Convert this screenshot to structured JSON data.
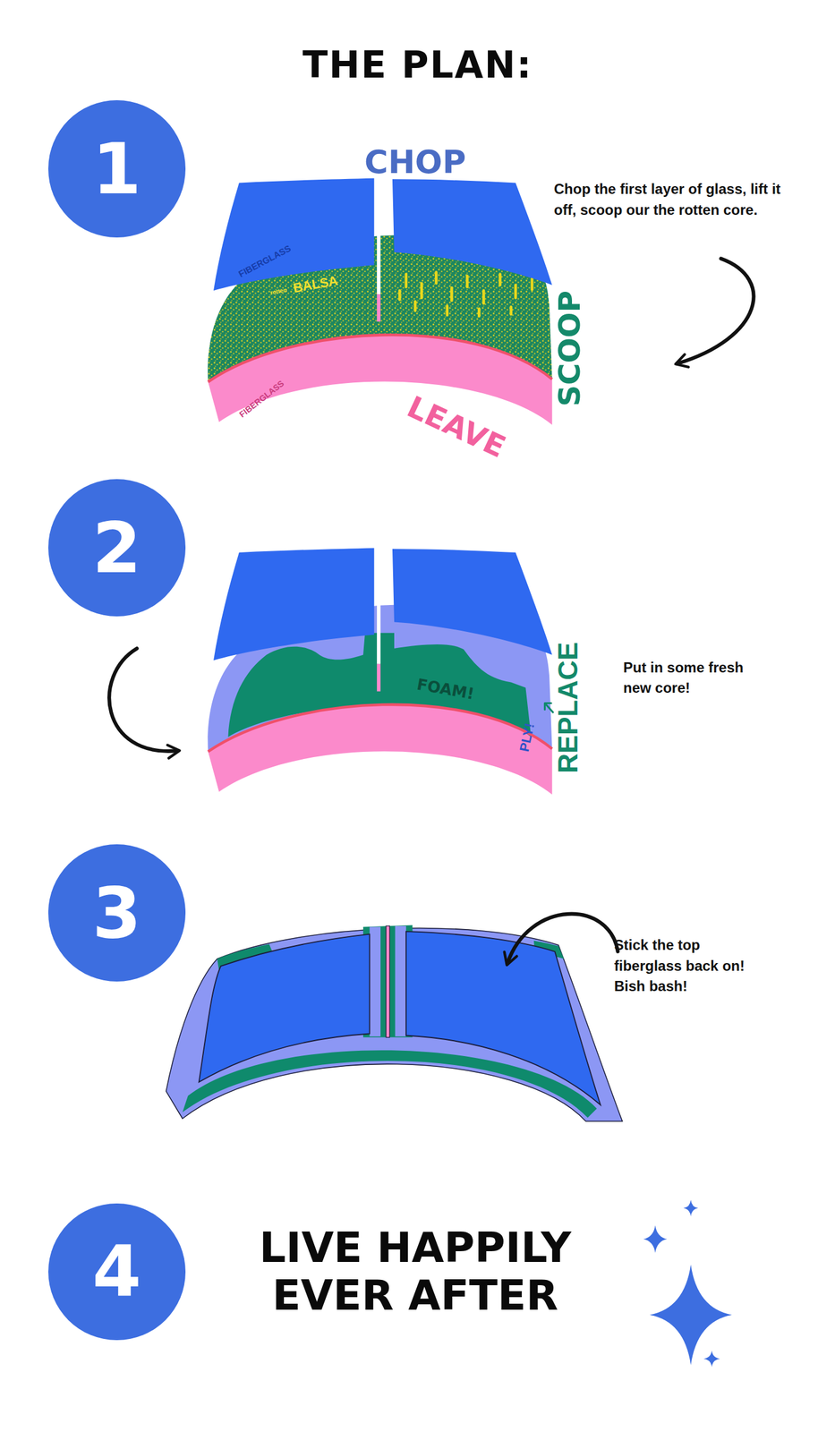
{
  "diagram": {
    "title": "THE PLAN:",
    "nodes": [
      {
        "text": [
          "1"
        ]
      },
      {
        "text": [
          "2"
        ]
      },
      {
        "text": [
          "3"
        ]
      },
      {
        "text": [
          "4"
        ]
      }
    ],
    "labels": [
      "CHOP",
      "FIBERGLASS",
      "rotten",
      "BALSA",
      "SCOOP",
      "FIBERGLASS",
      "LEAVE",
      "Chop the first layer of glass, lift it off, scoop our the rotten core.",
      "FOAM!",
      "PLY!",
      "REPLACE",
      "Put in some fresh new core!",
      "Stick the top fiberglass back on! Bish bash!",
      "LIVE HAPPILY EVER AFTER"
    ]
  }
}
